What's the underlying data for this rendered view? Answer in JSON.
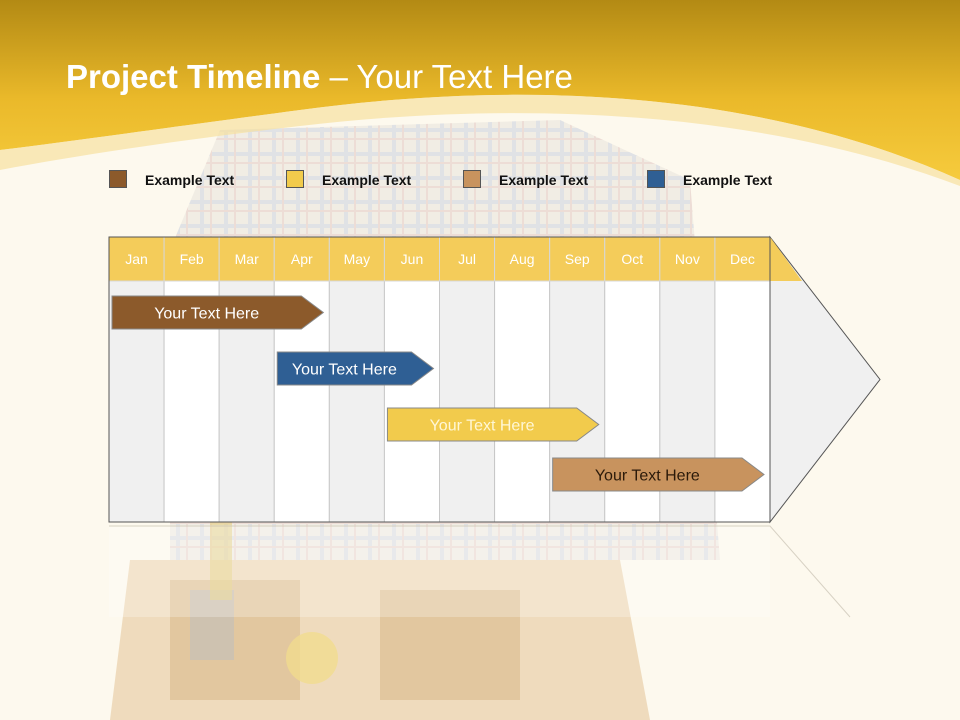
{
  "title": {
    "strong": "Project Timeline",
    "rest": " – Your Text Here"
  },
  "legend": [
    {
      "label": "Example Text",
      "color": "#8c5a2b"
    },
    {
      "label": "Example Text",
      "color": "#f2cb4c"
    },
    {
      "label": "Example Text",
      "color": "#c8935e"
    },
    {
      "label": "Example Text",
      "color": "#2f5f94"
    }
  ],
  "months": [
    "Jan",
    "Feb",
    "Mar",
    "Apr",
    "May",
    "Jun",
    "Jul",
    "Aug",
    "Sep",
    "Oct",
    "Nov",
    "Dec"
  ],
  "tasks": [
    {
      "label": "Your  Text Here",
      "color": "#8c5a2b",
      "start_month": "Jan",
      "end_month": "Apr"
    },
    {
      "label": "Your  Text Here",
      "color": "#2f5f94",
      "start_month": "Apr",
      "end_month": "Jun"
    },
    {
      "label": "Your  Text Here",
      "color": "#f2cb4c",
      "start_month": "Jun",
      "end_month": "Sep"
    },
    {
      "label": "Your  Text Here",
      "color": "#c8935e",
      "start_month": "Sep",
      "end_month": "Dec"
    }
  ],
  "colors": {
    "header_gold": "#f0c030",
    "month_header": "#f4cc5a",
    "col_light": "#f0f0f0",
    "col_white": "#ffffff"
  }
}
